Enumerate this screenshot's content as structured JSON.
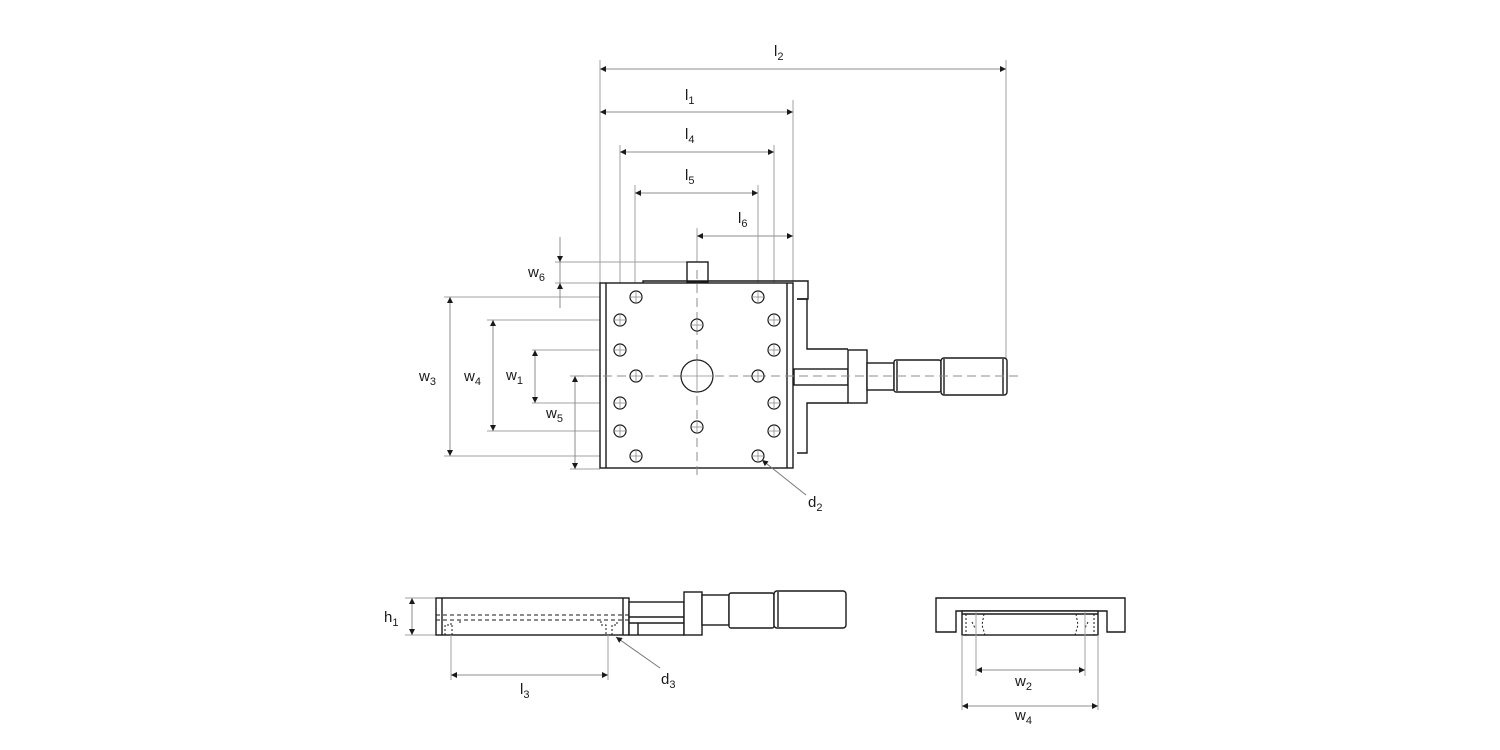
{
  "drawing": {
    "title": "Linear stage dimension drawing",
    "views": [
      "top-view",
      "side-view",
      "end-view"
    ],
    "line_color": "#1a1a1a",
    "dimension_color": "#8c8c8c"
  },
  "labels": {
    "l1": {
      "base": "l",
      "sub": "1"
    },
    "l2": {
      "base": "l",
      "sub": "2"
    },
    "l3": {
      "base": "l",
      "sub": "3"
    },
    "l4": {
      "base": "l",
      "sub": "4"
    },
    "l5": {
      "base": "l",
      "sub": "5"
    },
    "l6": {
      "base": "l",
      "sub": "6"
    },
    "w1": {
      "base": "w",
      "sub": "1"
    },
    "w2": {
      "base": "w",
      "sub": "2"
    },
    "w3": {
      "base": "w",
      "sub": "3"
    },
    "w4": {
      "base": "w",
      "sub": "4"
    },
    "w4b": {
      "base": "w",
      "sub": "4"
    },
    "w5": {
      "base": "w",
      "sub": "5"
    },
    "w6": {
      "base": "w",
      "sub": "6"
    },
    "h1": {
      "base": "h",
      "sub": "1"
    },
    "d2": {
      "base": "d",
      "sub": "2"
    },
    "d3": {
      "base": "d",
      "sub": "3"
    }
  }
}
